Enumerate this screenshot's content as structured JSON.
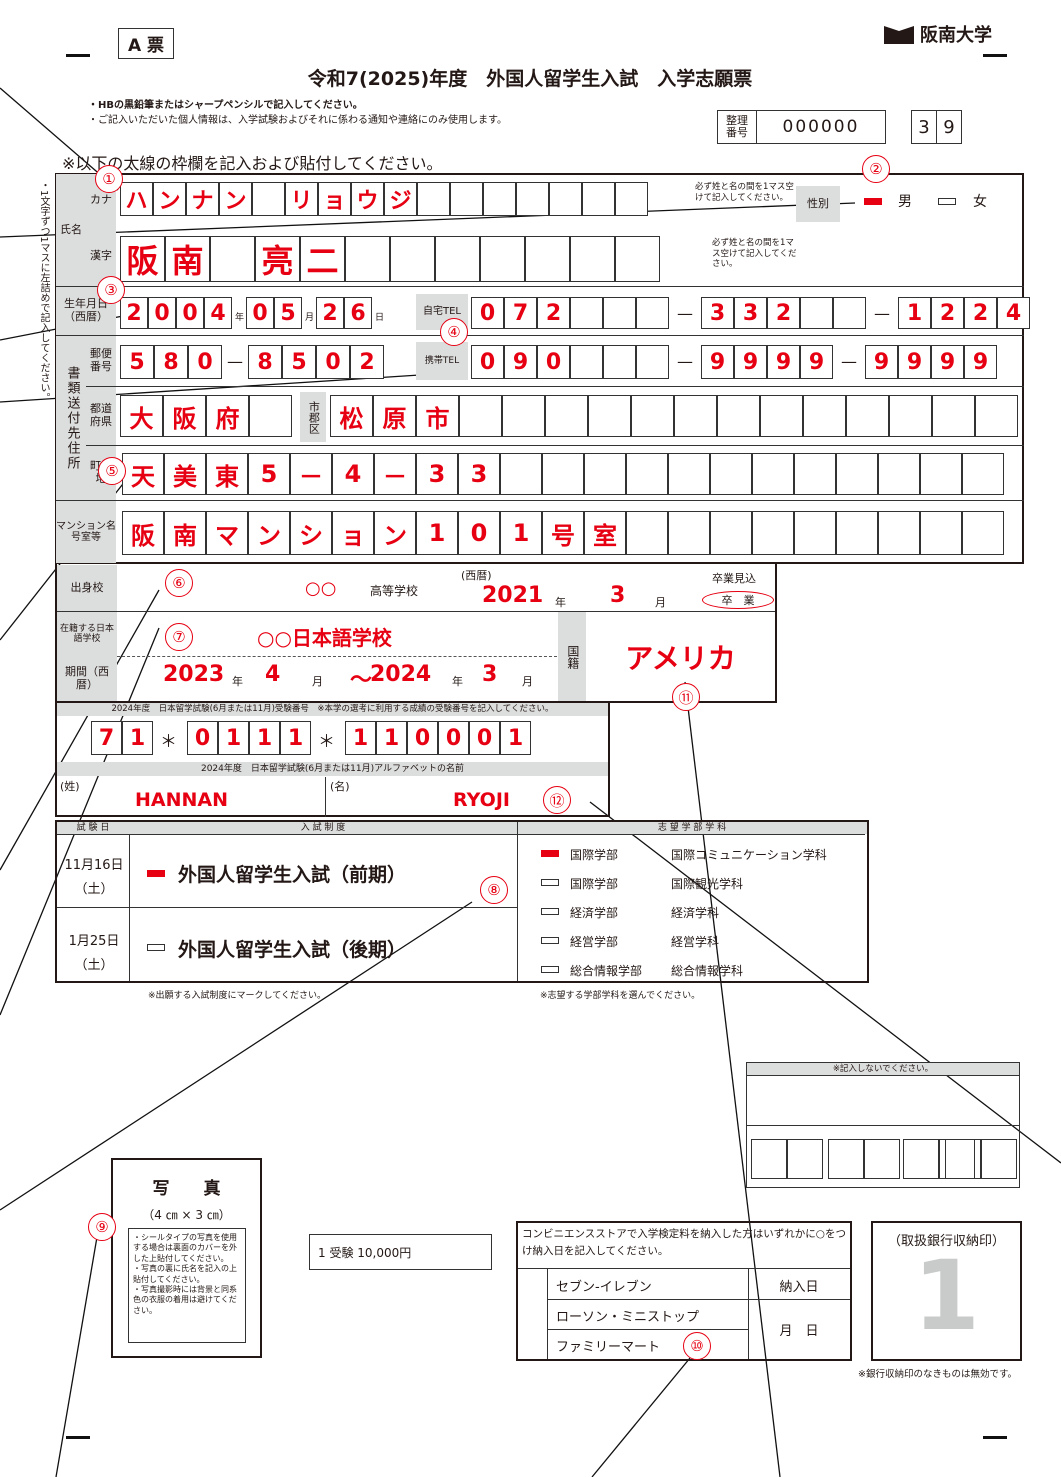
{
  "header": {
    "ticket": "A 票",
    "university": "阪南大学",
    "title": "令和7(2025)年度　外国人留学生入試　入学志願票",
    "note1": "・HBの黒鉛筆またはシャープペンシルで記入してください。",
    "note2": "・ご記入いただいた個人情報は、入学試験およびそれに係わる通知や連絡にのみ使用します。",
    "seiri_label": "整理番号",
    "seiri_value": "000000",
    "num_digits": [
      "3",
      "9"
    ],
    "instruction": "※以下の太線の枠欄を記入および貼付してください。",
    "side_note": "・1文字ずつ1マスに左詰めで記入してください。"
  },
  "name": {
    "section_label": "氏名",
    "kana_label": "カナ",
    "kana_chars": [
      "ハ",
      "ン",
      "ナ",
      "ン",
      "",
      "リ",
      "ョ",
      "ウ",
      "ジ",
      "",
      "",
      "",
      "",
      "",
      "",
      ""
    ],
    "kanji_label": "漢字",
    "kanji_chars": [
      "阪",
      "南",
      "",
      "亮",
      "二",
      "",
      "",
      "",
      "",
      "",
      "",
      ""
    ],
    "space_note": "必ず姓と名の間を1マス空けて記入してください。",
    "gender_label": "性別",
    "male": "男",
    "female": "女",
    "gender_selected": "男"
  },
  "birth": {
    "label": "生年月日（西暦）",
    "year": [
      "2",
      "0",
      "0",
      "4"
    ],
    "year_unit": "年",
    "month": [
      "0",
      "5"
    ],
    "month_unit": "月",
    "day": [
      "2",
      "6"
    ],
    "day_unit": "日"
  },
  "home_tel": {
    "label": "自宅TEL",
    "part1": [
      "0",
      "7",
      "2",
      "",
      "",
      ""
    ],
    "part2": [
      "3",
      "3",
      "2",
      "",
      ""
    ],
    "part3": [
      "1",
      "2",
      "2",
      "4"
    ]
  },
  "mobile_tel": {
    "label": "携帯TEL",
    "part1": [
      "0",
      "9",
      "0",
      "",
      "",
      ""
    ],
    "part2": [
      "9",
      "9",
      "9",
      "9"
    ],
    "part3": [
      "9",
      "9",
      "9",
      "9"
    ]
  },
  "address": {
    "section_label": "書類送付先住所",
    "postal_label": "郵便番号",
    "postal1": [
      "5",
      "8",
      "0"
    ],
    "postal2": [
      "8",
      "5",
      "0",
      "2"
    ],
    "pref_label": "都道府県",
    "pref_chars": [
      "大",
      "阪",
      "府",
      ""
    ],
    "city_label": "市郡区",
    "city_chars": [
      "松",
      "原",
      "市",
      "",
      "",
      "",
      "",
      "",
      "",
      "",
      "",
      "",
      "",
      "",
      "",
      ""
    ],
    "town_label": "町番地",
    "town_chars": [
      "天",
      "美",
      "東",
      "5",
      "－",
      "4",
      "－",
      "3",
      "3",
      "",
      "",
      "",
      "",
      "",
      "",
      "",
      "",
      "",
      "",
      "",
      ""
    ],
    "mansion_label": "マンション名号室等",
    "mansion_chars": [
      "阪",
      "南",
      "マ",
      "ン",
      "シ",
      "ョ",
      "ン",
      "1",
      "0",
      "1",
      "号",
      "室",
      "",
      "",
      "",
      "",
      "",
      "",
      "",
      "",
      ""
    ]
  },
  "school": {
    "label": "出身校",
    "name": "○○",
    "type": "高等学校",
    "era": "(西暦)",
    "year": "2021",
    "year_unit": "年",
    "month": "3",
    "month_unit": "月",
    "expect": "卒業見込",
    "graduated": "卒　業"
  },
  "japanese_school": {
    "label": "在籍する日本語学校",
    "name": "○○日本語学校",
    "period_label": "期間（西暦）",
    "start_year": "2023",
    "start_month": "4",
    "end_prefix": "～",
    "end_year": "2024",
    "end_month": "3",
    "year_unit": "年",
    "month_unit": "月"
  },
  "nationality": {
    "label": "国籍",
    "value": "アメリカ"
  },
  "eju": {
    "number_label": "2024年度　日本留学試験(6月または11月)受験番号　※本学の選考に利用する成績の受験番号を記入してください。",
    "group1": [
      "7",
      "1"
    ],
    "sep": "＊",
    "group2": [
      "0",
      "1",
      "1",
      "1"
    ],
    "group3": [
      "1",
      "1",
      "0",
      "0",
      "0",
      "1"
    ],
    "alpha_label": "2024年度　日本留学試験(6月または11月)アルファベットの名前",
    "sei_label": "(姓)",
    "sei": "HANNAN",
    "mei_label": "(名)",
    "mei": "RYOJI"
  },
  "exam": {
    "date_header": "試 験 日",
    "system_header": "入 試 制 度",
    "dept_header": "志 望 学 部 学 科",
    "date1": "11月16日",
    "dow1": "（土）",
    "system1": "外国人留学生入試（前期）",
    "date2": "1月25日",
    "dow2": "（土）",
    "system2": "外国人留学生入試（後期）",
    "system_note": "※出願する入試制度にマークしてください。",
    "dept_note": "※志望する学部学科を選んでください。",
    "departments": [
      {
        "faculty": "国際学部",
        "dept": "国際コミュニケーション学科",
        "selected": true
      },
      {
        "faculty": "国際学部",
        "dept": "国際観光学科",
        "selected": false
      },
      {
        "faculty": "経済学部",
        "dept": "経済学科",
        "selected": false
      },
      {
        "faculty": "経営学部",
        "dept": "経営学科",
        "selected": false
      },
      {
        "faculty": "総合情報学部",
        "dept": "総合情報学科",
        "selected": false
      }
    ]
  },
  "office": {
    "label": "※記入しないでください。"
  },
  "photo": {
    "title": "写　　真",
    "size": "（4 ㎝ × 3 ㎝）",
    "notes": "・シールタイプの写真を使用する場合は裏面のカバーを外した上貼付してください。\n・写真の裏に氏名を記入の上貼付してください。\n・写真撮影時には背景と同系色の衣服の着用は避けてください。"
  },
  "fee": {
    "text": "1 受験 10,000円"
  },
  "convenience": {
    "header": "コンビニエンスストアで入学検定料を納入した方はいずれかに○をつけ納入日を記入してください。",
    "stores": [
      "セブン-イレブン",
      "ローソン・ミニストップ",
      "ファミリーマート"
    ],
    "date_label": "納入日",
    "date_value": "月　日"
  },
  "bank": {
    "label": "（取扱銀行収納印）",
    "digit": "1",
    "note": "※銀行収納印のなきものは無効です。"
  },
  "callouts": [
    "①",
    "②",
    "③",
    "④",
    "⑤",
    "⑥",
    "⑦",
    "⑧",
    "⑨",
    "⑩",
    "⑪",
    "⑫"
  ]
}
